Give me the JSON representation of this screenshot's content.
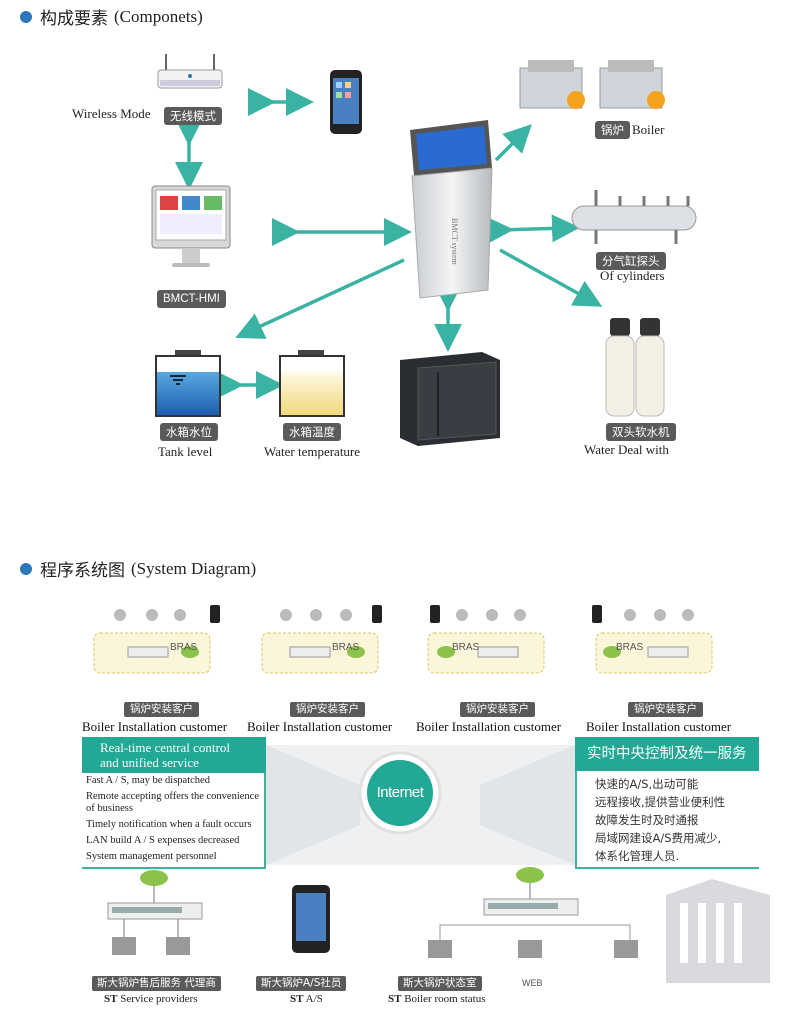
{
  "section1": {
    "title_zh": "构成要素",
    "title_en": "(Componets)"
  },
  "components": {
    "wireless": {
      "en": "Wireless Mode",
      "zh": "无线模式"
    },
    "boiler": {
      "zh": "锅炉",
      "en": "Boiler"
    },
    "hmi": {
      "label": "BMCT-HMI"
    },
    "kiosk": {
      "label": "BMCT system"
    },
    "cylinders": {
      "zh": "分气缸探头",
      "en": "Of cylinders"
    },
    "tank_level": {
      "zh": "水箱水位",
      "en": "Tank level"
    },
    "water_temp": {
      "zh": "水箱温度",
      "en": "Water temperature"
    },
    "water_deal": {
      "zh": "双头软水机",
      "en": "Water Deal with"
    }
  },
  "section2": {
    "title_zh": "程序系统图",
    "title_en": "(System Diagram)"
  },
  "customers": [
    {
      "bras": "BRAS",
      "zh": "锅炉安装客户",
      "en": "Boiler Installation customer"
    },
    {
      "bras": "BRAS",
      "zh": "锅炉安装客户",
      "en": "Boiler Installation customer"
    },
    {
      "bras": "BRAS",
      "zh": "锅炉安装客户",
      "en": "Boiler Installation customer"
    },
    {
      "bras": "BRAS",
      "zh": "锅炉安装客户",
      "en": "Boiler Installation customer"
    }
  ],
  "left_panel": {
    "title_line1": "Real-time central control",
    "title_line2": "and unified service",
    "items": [
      "Fast A / S, may be dispatched",
      "Remote accepting offers the convenience of business",
      "Timely notification when a fault occurs",
      "LAN build A / S expenses decreased",
      "System management personnel"
    ]
  },
  "right_panel": {
    "title": "实时中央控制及统一服务",
    "items": [
      "快速的A/S,出动可能",
      "远程接收,提供营业便利性",
      "故障发生时及时通报",
      "局域网建设A/S费用减少,",
      "体系化管理人员."
    ]
  },
  "internet": {
    "label": "Internet"
  },
  "bottom": {
    "service": {
      "zh": "斯大锅炉售后服务 代理商",
      "en_bold": "ST",
      "en": "Service providers"
    },
    "as": {
      "zh": "斯大锅炉A/S社员",
      "en_bold": "ST",
      "en": "A/S"
    },
    "boiler_room": {
      "zh": "斯大锅炉状态室",
      "en_bold": "ST",
      "en": "Boiler room status"
    },
    "web": "WEB"
  },
  "colors": {
    "teal": "#22a895",
    "accent_blue": "#2b78b8",
    "pill_gray": "#5a5a5a",
    "arrow": "#3bb3a2"
  }
}
